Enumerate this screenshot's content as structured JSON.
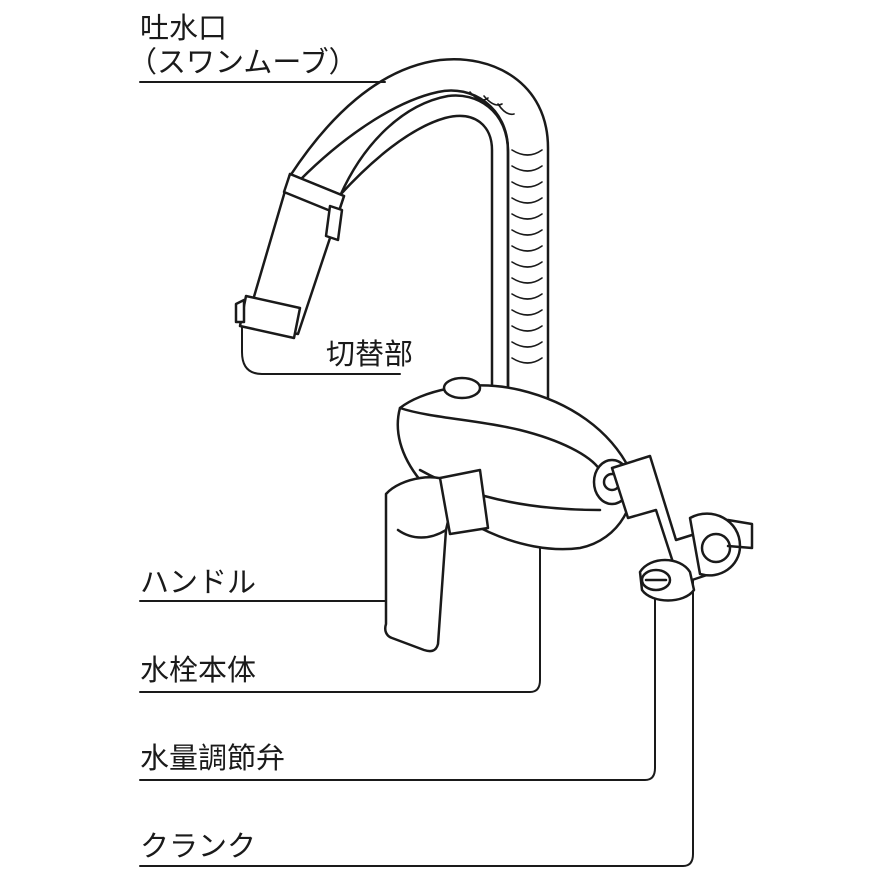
{
  "labels": {
    "spout_line1": "吐水口",
    "spout_line2": "（スワンムーブ）",
    "switch": "切替部",
    "handle": "ハンドル",
    "body": "水栓本体",
    "flow_valve": "水量調節弁",
    "crank": "クランク"
  },
  "colors": {
    "stroke": "#1a1a1a",
    "fill": "#ffffff",
    "shade": "#d9d9d9"
  }
}
